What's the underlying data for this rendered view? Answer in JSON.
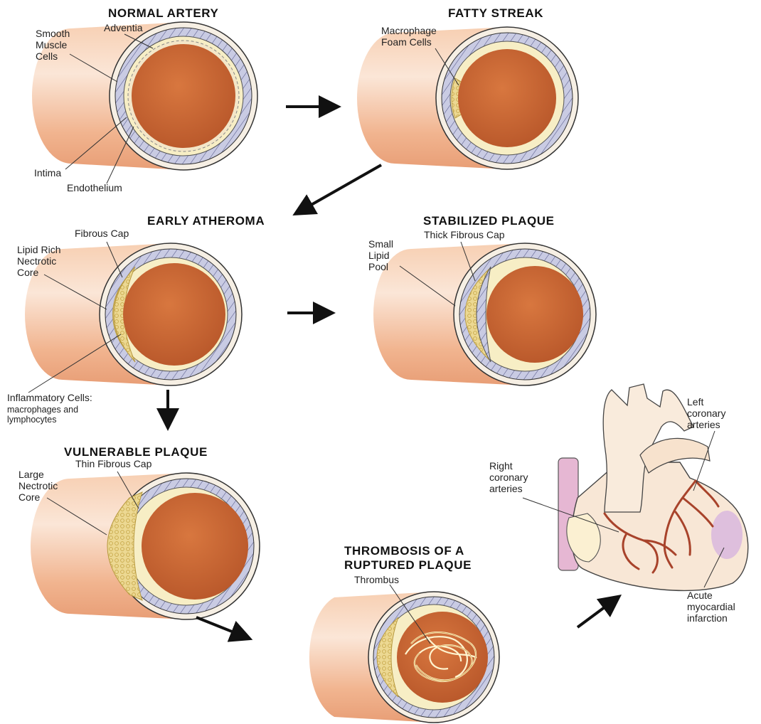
{
  "colors": {
    "tube_outer": "#f1b48f",
    "tube_light": "#fbe4d4",
    "adventitia": "#f6efe4",
    "media": "#c9cbe3",
    "intima": "#f7eec5",
    "lumen": "#cf6a32",
    "lipid": "#ecd892",
    "thrombus": "#f6d98a",
    "heart": "#f8e7d6",
    "vessel": "#a8432b",
    "infarct": "#d6b2df",
    "vena": "#d79abf"
  },
  "stages": {
    "normal": {
      "title": "NORMAL ARTERY",
      "labels": {
        "smc": [
          "Smooth",
          "Muscle",
          "Cells"
        ],
        "adventia": "Adventia",
        "intima": "Intima",
        "endothelium": "Endothelium"
      }
    },
    "fatty": {
      "title": "FATTY STREAK",
      "labels": {
        "macrophage": [
          "Macrophage",
          "Foam Cells"
        ]
      }
    },
    "early": {
      "title": "EARLY ATHEROMA",
      "labels": {
        "fibrous_cap": "Fibrous Cap",
        "lipid_core": [
          "Lipid Rich",
          "Nectrotic",
          "Core"
        ],
        "inflammatory": "Inflammatory Cells:",
        "inflammatory_sub": [
          "macrophages and",
          "lymphocytes"
        ]
      }
    },
    "stabilized": {
      "title": "STABILIZED PLAQUE",
      "labels": {
        "thick_cap": "Thick Fibrous Cap",
        "small_pool": [
          "Small",
          "Lipid",
          "Pool"
        ]
      }
    },
    "vulnerable": {
      "title": "VULNERABLE PLAQUE",
      "labels": {
        "thin_cap": "Thin Fibrous Cap",
        "large_core": [
          "Large",
          "Nectrotic",
          "Core"
        ]
      }
    },
    "thrombosis": {
      "title_lines": [
        "THROMBOSIS OF A",
        "RUPTURED PLAQUE"
      ],
      "labels": {
        "thrombus": "Thrombus"
      }
    },
    "heart": {
      "labels": {
        "left": [
          "Left",
          "coronary",
          "arteries"
        ],
        "right": [
          "Right",
          "coronary",
          "arteries"
        ],
        "infarct": [
          "Acute",
          "myocardial",
          "infarction"
        ]
      }
    }
  }
}
